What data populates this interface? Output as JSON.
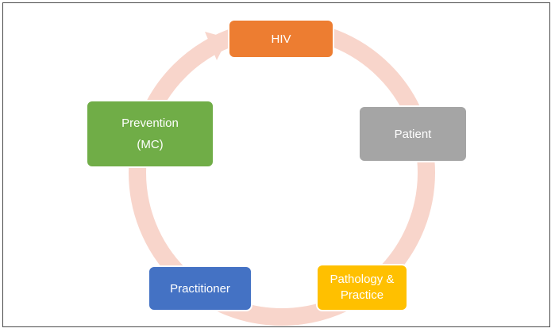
{
  "diagram": {
    "nodes": [
      {
        "id": "hiv",
        "lines": [
          "HIV"
        ],
        "color": "#ED7D31"
      },
      {
        "id": "patient",
        "lines": [
          "Patient"
        ],
        "color": "#A5A5A5"
      },
      {
        "id": "pathology",
        "lines": [
          "Pathology &",
          "Practice"
        ],
        "color": "#FFC000"
      },
      {
        "id": "practitioner",
        "lines": [
          "Practitioner"
        ],
        "color": "#4472C4"
      },
      {
        "id": "prevention",
        "lines": [
          "Prevention",
          "(MC)"
        ],
        "color": "#70AD47"
      }
    ],
    "cycle_color": "#F8D5CB"
  }
}
